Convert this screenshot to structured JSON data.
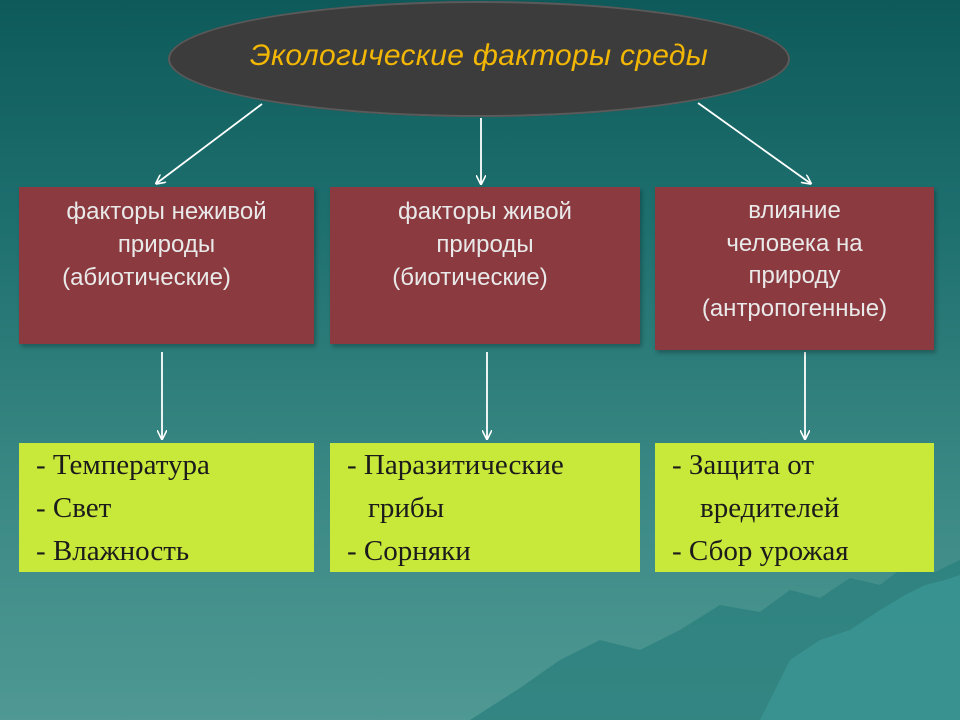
{
  "title": "Экологические факторы среды",
  "categories": [
    {
      "lines": [
        "факторы неживой",
        "природы",
        "(абиотические)"
      ],
      "examples": [
        "- Температура",
        "- Свет",
        "- Влажность"
      ]
    },
    {
      "lines": [
        "факторы живой",
        "природы",
        "(биотические)"
      ],
      "examples": [
        "- Паразитические",
        "грибы",
        "- Сорняки"
      ]
    },
    {
      "lines": [
        "влияние",
        "человека на",
        "природу",
        "(антропогенные)"
      ],
      "examples": [
        "- Защита от",
        "вредителей",
        "- Сбор урожая"
      ]
    }
  ],
  "colors": {
    "background": "#1d6f6e",
    "ellipse": "#3c3c3c",
    "title_text": "#f2b705",
    "factor_box": "#8b3a3f",
    "factor_text": "#e9e9e9",
    "example_box": "#c8e83a",
    "arrow": "#ffffff"
  }
}
